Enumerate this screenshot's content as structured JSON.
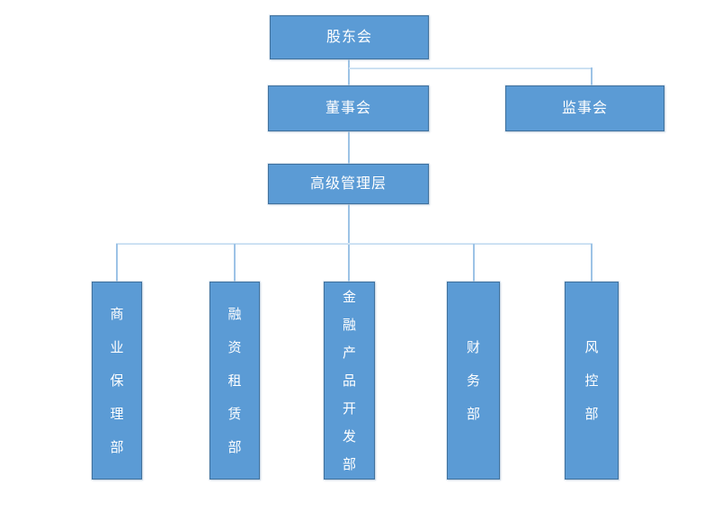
{
  "org": {
    "nodes": {
      "shareholders": {
        "label": "股东会"
      },
      "board": {
        "label": "董事会"
      },
      "supervisory": {
        "label": "监事会"
      },
      "senior_management": {
        "label": "高级管理层"
      }
    },
    "departments": [
      {
        "label": "商业保理部"
      },
      {
        "label": "融资租赁部"
      },
      {
        "label": "金融产品开发部"
      },
      {
        "label": "财务部"
      },
      {
        "label": "风控部"
      }
    ],
    "structure": {
      "edges": [
        [
          "股东会",
          "董事会"
        ],
        [
          "股东会",
          "监事会"
        ],
        [
          "董事会",
          "高级管理层"
        ],
        [
          "高级管理层",
          "商业保理部"
        ],
        [
          "高级管理层",
          "融资租赁部"
        ],
        [
          "高级管理层",
          "金融产品开发部"
        ],
        [
          "高级管理层",
          "财务部"
        ],
        [
          "高级管理层",
          "风控部"
        ]
      ]
    },
    "colors": {
      "node_fill": "#5B9BD5",
      "node_border": "#41719C",
      "connector_vertical": "#9DC3E6",
      "connector_horizontal": "#BDD7EE",
      "text": "#FFFFFF",
      "background": "#FFFFFF"
    }
  }
}
